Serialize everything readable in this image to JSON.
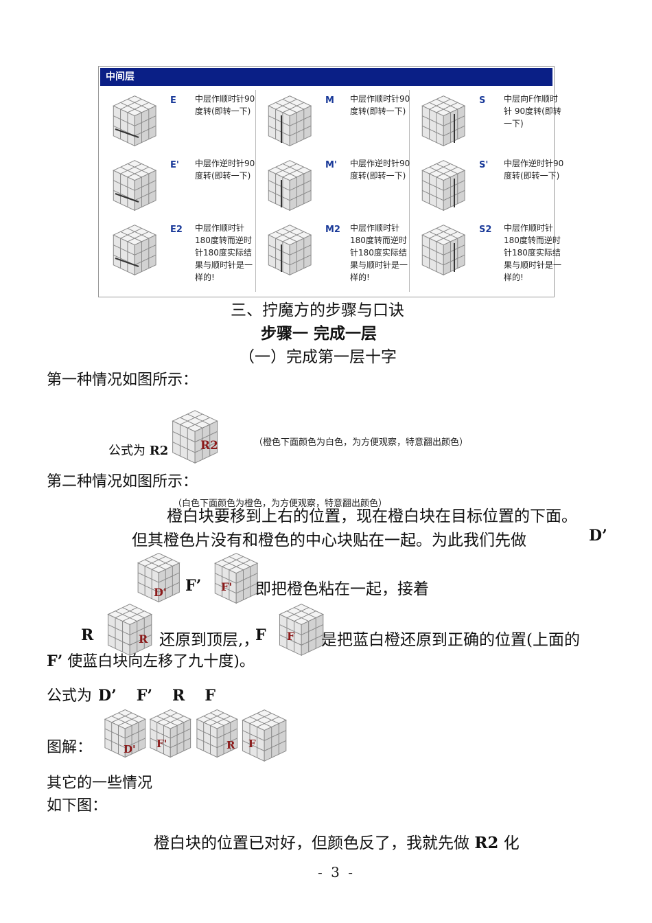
{
  "table": {
    "header": "中间层",
    "cells": [
      {
        "code": "E",
        "desc": "中层作顺时针90 度转(即转一下)"
      },
      {
        "code": "M",
        "desc": "中层作顺时针90度转(即转一下)"
      },
      {
        "code": "S",
        "desc": "中层向F作顺时针 90度转(即转一下)"
      },
      {
        "code": "E'",
        "desc": "中层作逆时针90度转(即转一下)"
      },
      {
        "code": "M'",
        "desc": "中层作逆时针90度转(即转一下)"
      },
      {
        "code": "S'",
        "desc": "中层作逆时针90度转(即转一下)"
      },
      {
        "code": "E2",
        "desc": "中层作顺时针180度转而逆时针180度实际结果与顺时针是一样的!"
      },
      {
        "code": "M2",
        "desc": "中层作顺时针180度转而逆时针180度实际结果与顺时针是一样的!"
      },
      {
        "code": "S2",
        "desc": "中层作顺时针180度转而逆时针180度实际结果与顺时针是一样的!"
      }
    ]
  },
  "section_title": "三、拧魔方的步骤与口诀",
  "step_title": "步骤一  完成一层",
  "sub_title": "（一）完成第一层十字",
  "case1": {
    "intro": "第一种情况如图所示：",
    "formula_prefix": "公式为",
    "formula": "R2",
    "cube_label": "R2",
    "note": "（橙色下面颜色为白色，为方便观察，特意翻出颜色）"
  },
  "case2": {
    "intro": "第二种情况如图所示：",
    "note": "（白色下面颜色为橙色，为方便观察，特意翻出颜色）",
    "line1": "橙白块要移到上右的位置，现在橙白块在目标位置的下面。",
    "line2": "但其橙色片没有和橙色的中心块贴在一起。为此我们先做",
    "line2_move": "D’",
    "cube_d_label": "D'",
    "move_f": "F’",
    "cube_f_label": "F'",
    "line3": "即把橙色粘在一起，接着",
    "move_r": "R",
    "cube_r_label": "R",
    "line4a": "还原到顶层,，",
    "move_f2": "F",
    "cube_f2_label": "F",
    "line4b": "是把蓝白橙还原到正确的位置(上面的",
    "line5_move": "F’",
    "line5": "使蓝白块向左移了九十度)。",
    "formula_prefix": "公式为",
    "formula": [
      "D’",
      "F’",
      "R",
      "F"
    ],
    "diagram_label": "图解：",
    "diagram_cubes": [
      "D'",
      "F'",
      "R",
      "F"
    ]
  },
  "others": {
    "line1": "其它的一些情况",
    "line2": "如下图："
  },
  "last_para": {
    "text": "橙白块的位置已对好，但颜色反了，我就先做",
    "move": "R2",
    "tail": "化"
  },
  "page_number": "- 3 -"
}
